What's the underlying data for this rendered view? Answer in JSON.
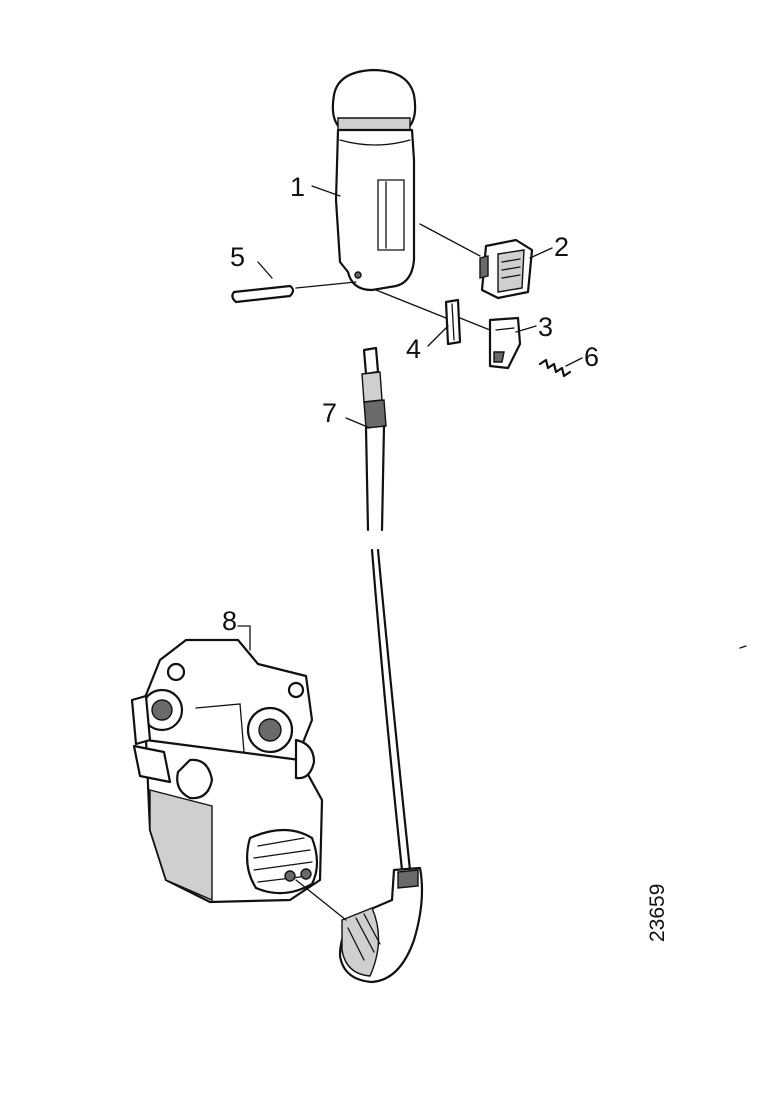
{
  "callouts": [
    {
      "id": "1",
      "label": "1"
    },
    {
      "id": "2",
      "label": "2"
    },
    {
      "id": "3",
      "label": "3"
    },
    {
      "id": "4",
      "label": "4"
    },
    {
      "id": "5",
      "label": "5"
    },
    {
      "id": "6",
      "label": "6"
    },
    {
      "id": "7",
      "label": "7"
    },
    {
      "id": "8",
      "label": "8"
    }
  ],
  "reference_number": "23659"
}
